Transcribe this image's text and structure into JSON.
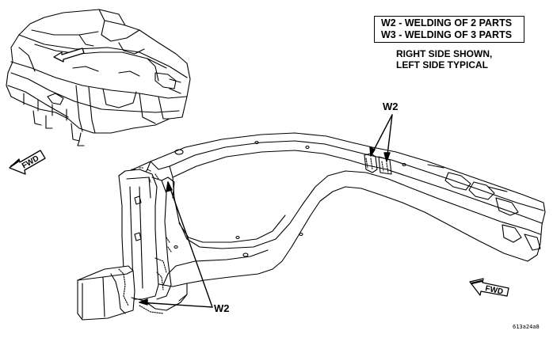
{
  "legend": {
    "line1": "W2 - WELDING OF 2 PARTS",
    "line2": "W3 - WELDING OF 3 PARTS"
  },
  "note": {
    "line1": "RIGHT SIDE SHOWN,",
    "line2": "LEFT SIDE TYPICAL"
  },
  "callouts": {
    "upper": "W2",
    "lower": "W2"
  },
  "forward_labels": {
    "left": "FWD",
    "right": "FWD"
  },
  "figure_id": "613a24a8"
}
